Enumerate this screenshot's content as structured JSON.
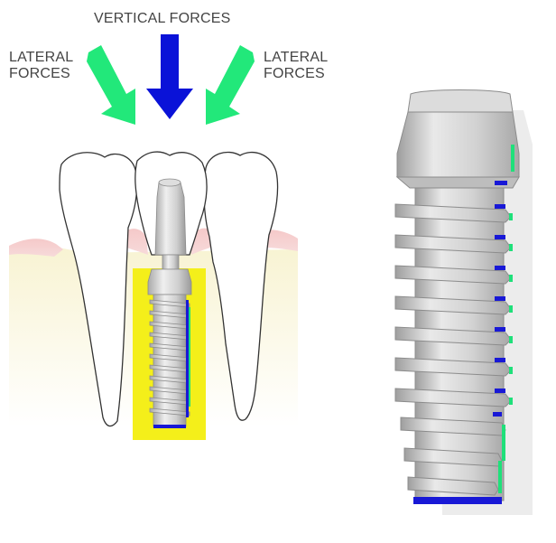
{
  "labels": {
    "vertical": "VERTICAL FORCES",
    "lateral_left": [
      "LATERAL",
      "FORCES"
    ],
    "lateral_right": [
      "LATERAL",
      "FORCES"
    ]
  },
  "colors": {
    "vertical_arrow": "#0a12d8",
    "lateral_arrow": "#22e87a",
    "bone_highlight": "#f4ef1a",
    "gum": "#f3b8b8",
    "bone_gradient": "#f6f1c8",
    "implant_metal": "#c9c9c9",
    "thread_edge_green": "#1fe07a",
    "thread_edge_blue": "#1818d6"
  }
}
